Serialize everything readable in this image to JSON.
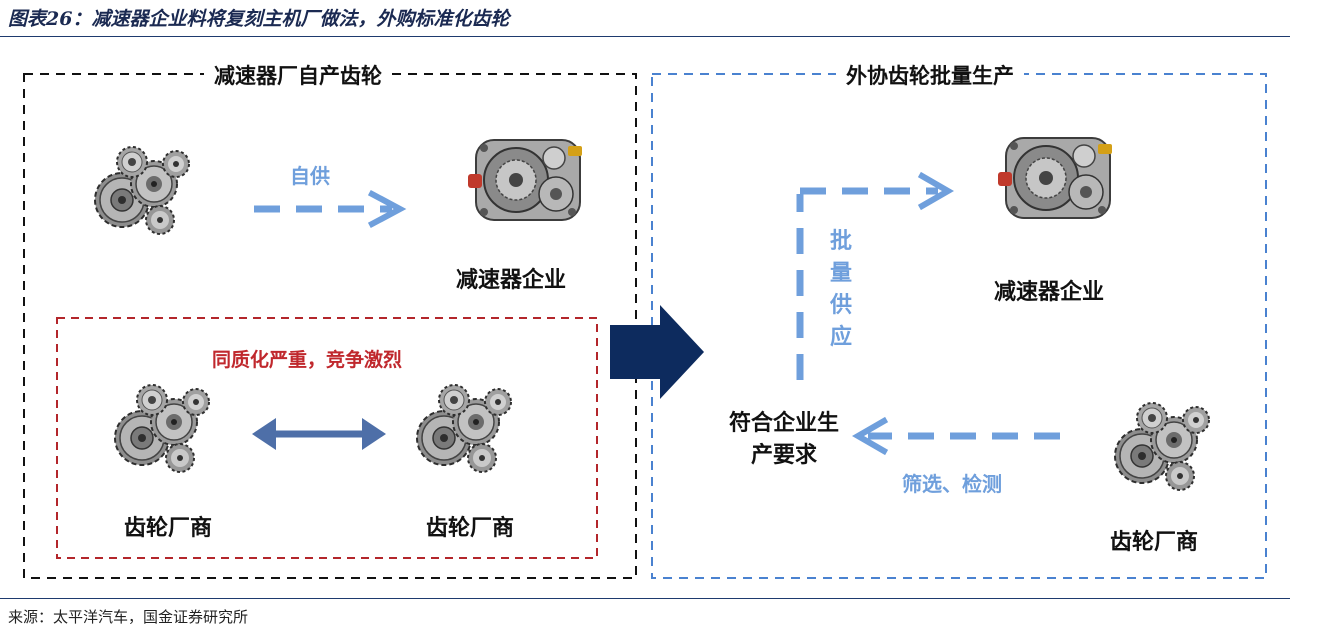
{
  "header": {
    "figure_title": "图表26：减速器企业料将复刻主机厂做法，外购标准化齿轮"
  },
  "left_panel": {
    "title": "减速器厂自产齿轮",
    "self_supply_label": "自供",
    "reducer_company_label": "减速器企业",
    "inner_box": {
      "caption": "同质化严重，竞争激烈",
      "gear_maker_left": "齿轮厂商",
      "gear_maker_right": "齿轮厂商"
    }
  },
  "right_panel": {
    "title": "外协齿轮批量生产",
    "reducer_company_label": "减速器企业",
    "batch_supply_label": "批量供应",
    "requirement_label": "符合企业生产要求",
    "screening_label": "筛选、检测",
    "gear_maker_label": "齿轮厂商"
  },
  "footer": {
    "source": "来源：太平洋汽车，国金证券研究所"
  },
  "colors": {
    "title_navy": "#1b2a52",
    "dashed_black": "#111111",
    "dashed_blue": "#4a82d0",
    "dashed_red": "#b3262b",
    "light_blue_arrow": "#6f9fdc",
    "double_arrow": "#4e6fa8",
    "big_arrow": "#0d2b5e"
  },
  "icons": {
    "gear_cluster": "gear-cluster-icon",
    "reducer_machine": "gear-reducer-icon"
  }
}
